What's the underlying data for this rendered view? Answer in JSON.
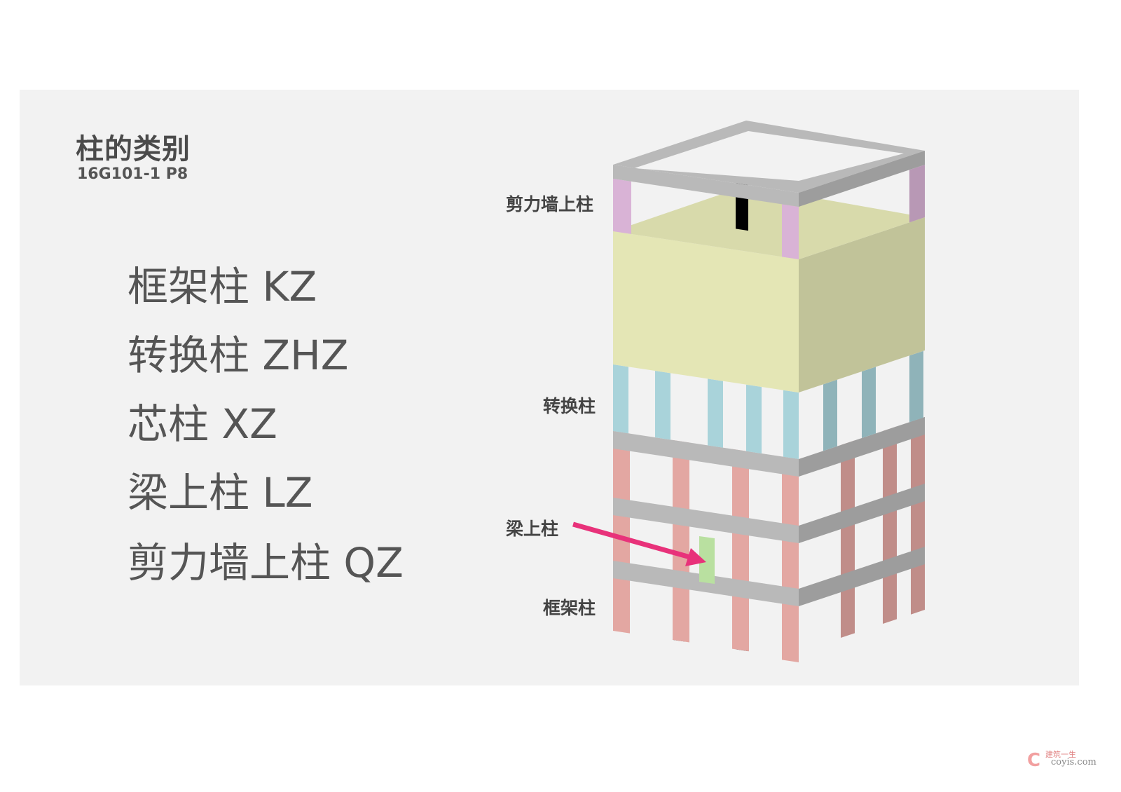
{
  "title": "柱的类别",
  "subtitle": "16G101-1  P8",
  "items": [
    "框架柱  KZ",
    "转换柱  ZHZ",
    "芯柱  XZ",
    "梁上柱  LZ",
    "剪力墙上柱  QZ"
  ],
  "labels": {
    "qz": "剪力墙上柱",
    "zhz": "转换柱",
    "lz": "梁上柱",
    "kz": "框架柱"
  },
  "watermark": {
    "cn": "建筑一生",
    "url": "coyis.com"
  },
  "colors": {
    "frame_column": "#e3a7a2",
    "transfer_column": "#a9d3da",
    "wall_column": "#d9b3d6",
    "beam": "#b9b9b9",
    "shear_wall": "#e4e6b5",
    "beam_column": "#b9e0a0",
    "arrow": "#e8327a"
  }
}
